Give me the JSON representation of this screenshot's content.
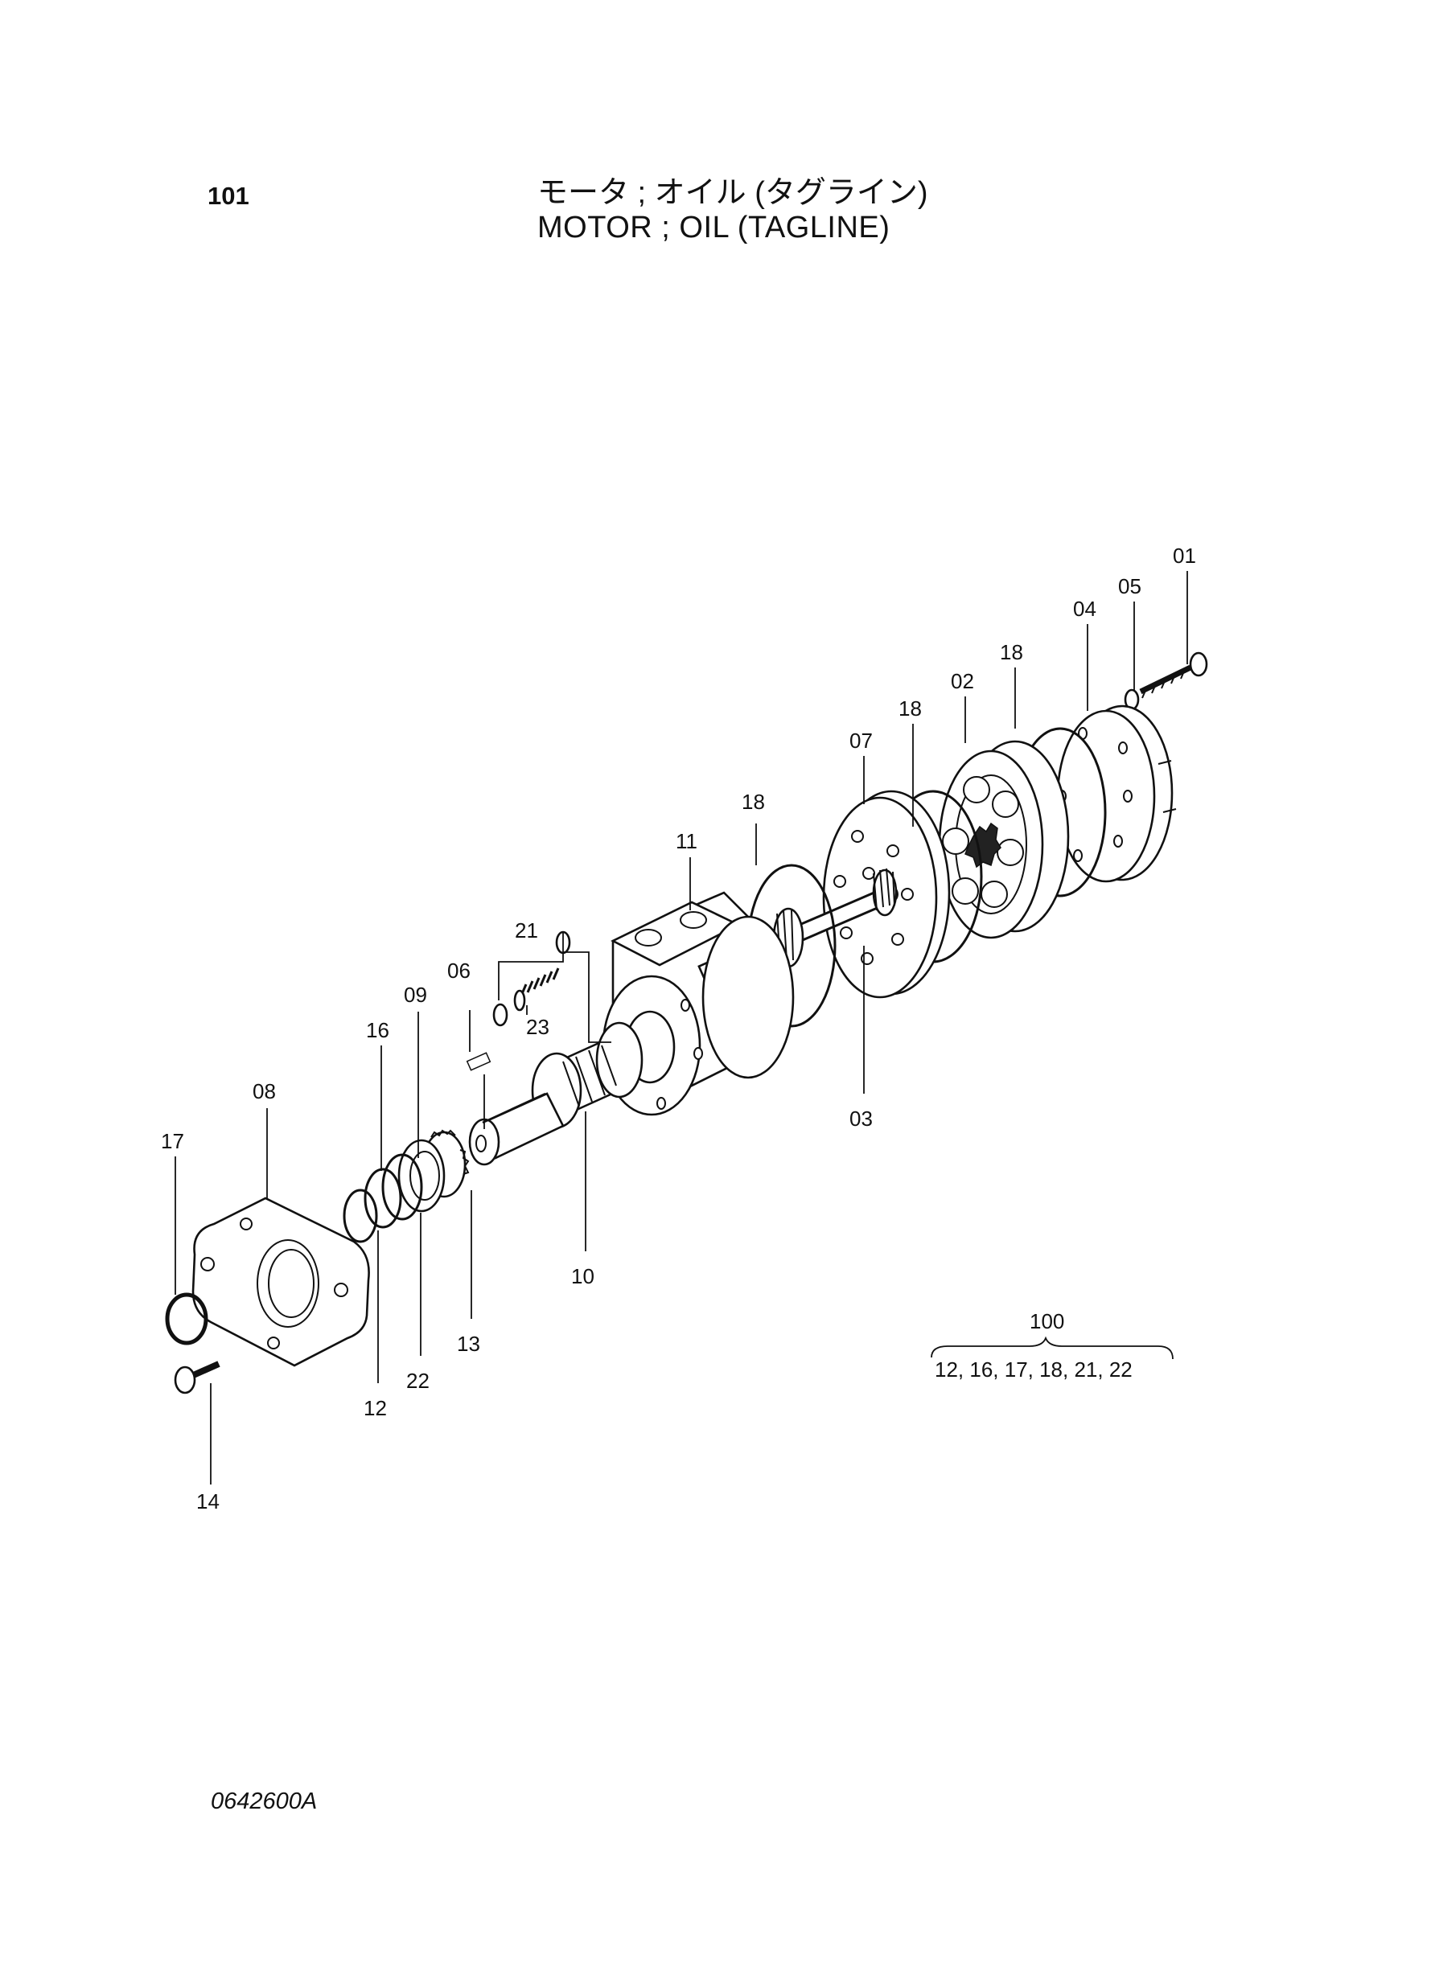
{
  "header": {
    "page_number": "101",
    "title_jp": "モータ ; オイル (タグライン)",
    "title_en": "MOTOR ; OIL (TAGLINE)"
  },
  "callouts": [
    {
      "id": "01",
      "label": "01"
    },
    {
      "id": "05",
      "label": "05"
    },
    {
      "id": "04",
      "label": "04"
    },
    {
      "id": "18a",
      "label": "18"
    },
    {
      "id": "02",
      "label": "02"
    },
    {
      "id": "18b",
      "label": "18"
    },
    {
      "id": "07",
      "label": "07"
    },
    {
      "id": "18c",
      "label": "18"
    },
    {
      "id": "11",
      "label": "11"
    },
    {
      "id": "21",
      "label": "21"
    },
    {
      "id": "06",
      "label": "06"
    },
    {
      "id": "09",
      "label": "09"
    },
    {
      "id": "16",
      "label": "16"
    },
    {
      "id": "23",
      "label": "23"
    },
    {
      "id": "08",
      "label": "08"
    },
    {
      "id": "17",
      "label": "17"
    },
    {
      "id": "03",
      "label": "03"
    },
    {
      "id": "10",
      "label": "10"
    },
    {
      "id": "13",
      "label": "13"
    },
    {
      "id": "22",
      "label": "22"
    },
    {
      "id": "12",
      "label": "12"
    },
    {
      "id": "14",
      "label": "14"
    }
  ],
  "kit": {
    "number": "100",
    "contents": "12, 16, 17, 18, 21, 22"
  },
  "footer": {
    "document_code": "0642600A"
  }
}
